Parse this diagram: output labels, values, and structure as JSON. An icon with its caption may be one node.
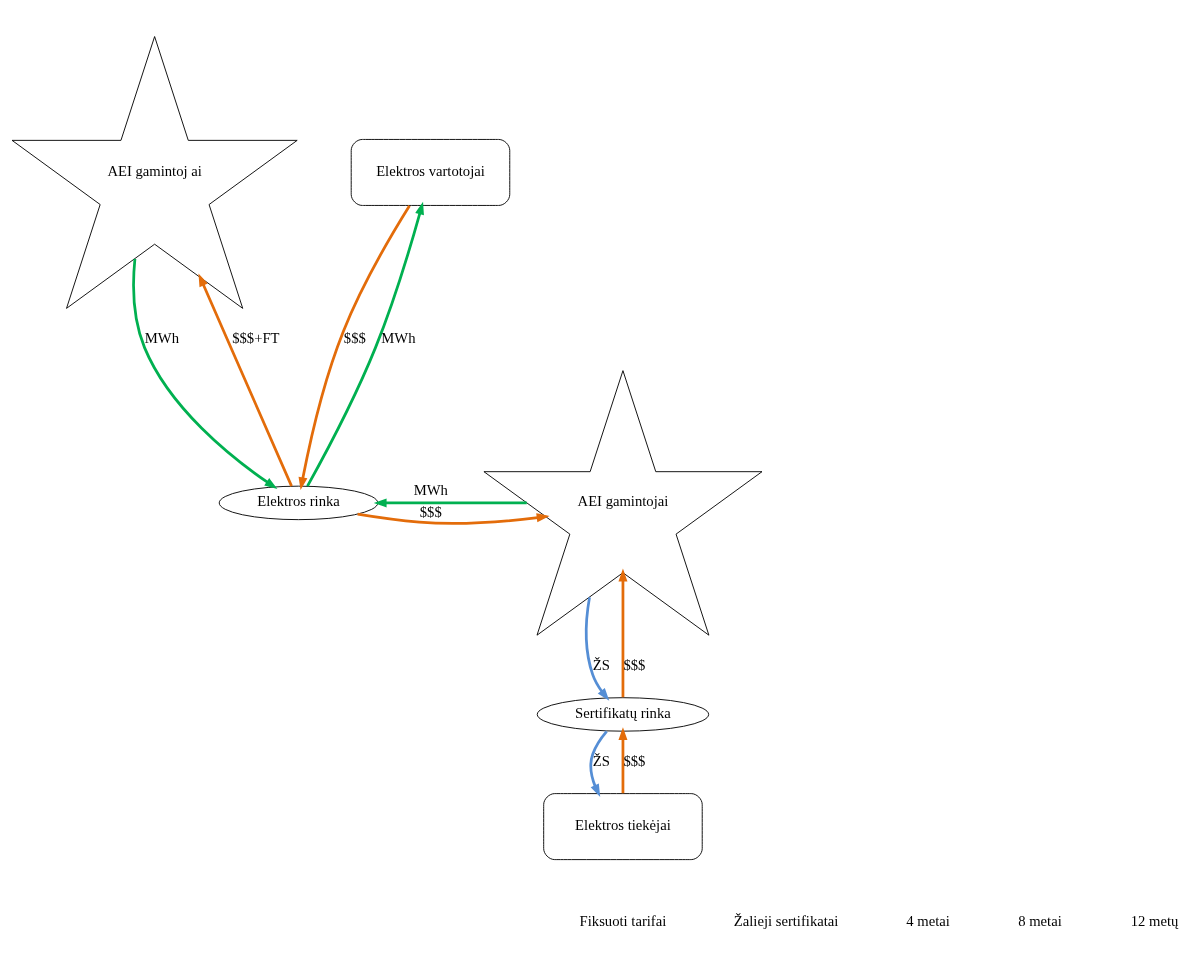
{
  "diagram": {
    "nodes": [
      {
        "text": [
          "AEI gamintoj ai"
        ]
      },
      {
        "text": [
          "Elektros vartotojai"
        ]
      },
      {
        "text": [
          "AEI gamintojai"
        ]
      },
      {
        "text": [
          "Elektros rinka"
        ]
      },
      {
        "text": [
          "Sertifikatų rinka"
        ]
      },
      {
        "text": [
          "Elektros tiekėjai"
        ]
      }
    ],
    "edges": [
      {
        "from": 0,
        "to": 3,
        "arrow": "to",
        "label": "MWh",
        "color": "#00b050"
      },
      {
        "from": 3,
        "to": 0,
        "arrow": "to",
        "label": "$$$+FT",
        "color": "#e36c0a"
      },
      {
        "from": 1,
        "to": 3,
        "arrow": "to",
        "label": "$$$",
        "color": "#e36c0a"
      },
      {
        "from": 3,
        "to": 1,
        "arrow": "to",
        "label": "MWh",
        "color": "#00b050"
      },
      {
        "from": 2,
        "to": 3,
        "arrow": "to",
        "label": "MWh",
        "color": "#00b050"
      },
      {
        "from": 3,
        "to": 2,
        "arrow": "to",
        "label": "$$$",
        "color": "#e36c0a"
      },
      {
        "from": 4,
        "to": 2,
        "arrow": "to",
        "label": "$$$",
        "color": "#e36c0a"
      },
      {
        "from": 2,
        "to": 4,
        "arrow": "to",
        "label": "ŽS",
        "color": "#558ed5"
      },
      {
        "from": 5,
        "to": 4,
        "arrow": "to",
        "label": "$$$",
        "color": "#e36c0a"
      },
      {
        "from": 4,
        "to": 5,
        "arrow": "to",
        "label": "ŽS",
        "color": "#558ed5"
      }
    ],
    "labels": [
      "Fiksuoti tarifai",
      "Žalieji sertifikatai",
      "4 metai",
      "8 metai",
      "12 metų"
    ]
  }
}
